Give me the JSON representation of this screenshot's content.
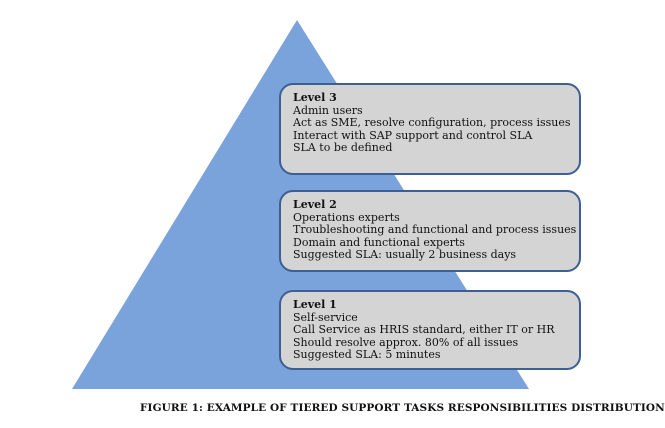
{
  "colors": {
    "pyramid_fill": "#7aa3dc",
    "box_fill": "#d4d4d4",
    "box_border": "#3d5f93"
  },
  "levels": [
    {
      "title": "Level 3",
      "lines": [
        "Admin users",
        "Act as SME, resolve configuration, process issues",
        "Interact with SAP support and control SLA",
        "SLA to be defined"
      ]
    },
    {
      "title": "Level 2",
      "lines": [
        "Operations experts",
        "Troubleshooting and functional and process issues",
        "Domain and functional experts",
        "Suggested SLA: usually 2 business days"
      ]
    },
    {
      "title": "Level 1",
      "lines": [
        "Self-service",
        "Call Service as HRIS standard, either IT or HR",
        "Should resolve approx. 80% of all issues",
        "Suggested SLA: 5 minutes"
      ]
    }
  ],
  "caption": "FIGURE 1: EXAMPLE OF TIERED SUPPORT TASKS RESPONSIBILITIES DISTRIBUTION"
}
